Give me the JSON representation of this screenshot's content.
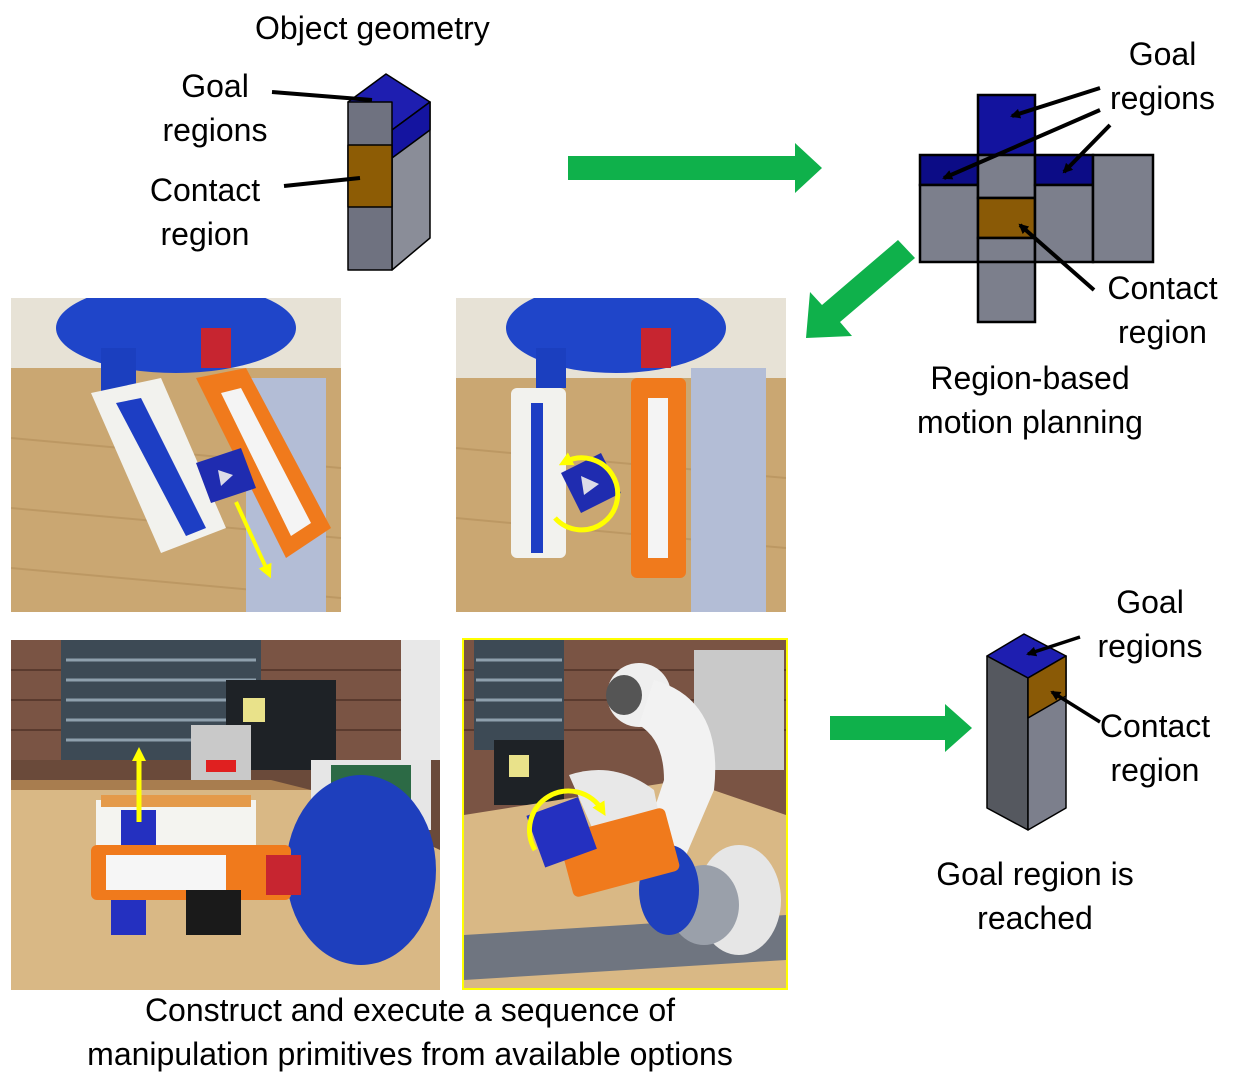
{
  "top": {
    "title": "Object geometry",
    "goal_label_1": "Goal",
    "goal_label_2": "regions",
    "contact_label_1": "Contact",
    "contact_label_2": "region"
  },
  "net": {
    "goal_label_1": "Goal",
    "goal_label_2": "regions",
    "contact_label_1": "Contact",
    "contact_label_2": "region",
    "caption_1": "Region-based",
    "caption_2": "motion planning"
  },
  "final": {
    "goal_label_1": "Goal",
    "goal_label_2": "regions",
    "contact_label_1": "Contact",
    "contact_label_2": "region",
    "caption_1": "Goal region is",
    "caption_2": "reached"
  },
  "bottom_caption": {
    "line_1": "Construct and execute a sequence of",
    "line_2": "manipulation primitives from available options"
  },
  "colors": {
    "goal": "#1f1fa6",
    "goal_dark": "#0d0d8a",
    "contact": "#8a5a06",
    "body": "#7c7f8c",
    "arrow_green": "#0fb14b",
    "arrow_yellow": "#ffff00"
  }
}
